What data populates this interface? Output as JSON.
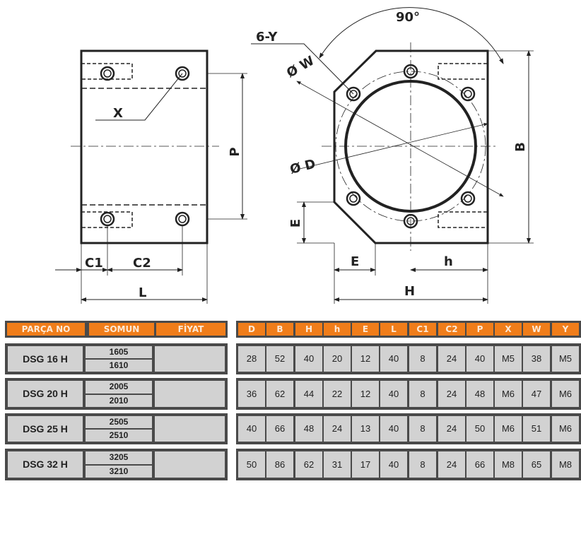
{
  "drawing": {
    "labels": {
      "angle": "90°",
      "six_y": "6-Y",
      "phi_w": "Ø W",
      "phi_d": "Ø D",
      "x": "X",
      "p": "P",
      "b": "B",
      "e_vertical": "E",
      "e_horizontal": "E",
      "c1": "C1",
      "c2": "C2",
      "l": "L",
      "h_upper": "H",
      "h_lower": "h"
    }
  },
  "left_table": {
    "headers": [
      "PARÇA NO",
      "SOMUN",
      "FİYAT"
    ],
    "rows": [
      {
        "part_no": "DSG 16 H",
        "nuts": [
          "1605",
          "1610"
        ],
        "price": ""
      },
      {
        "part_no": "DSG 20 H",
        "nuts": [
          "2005",
          "2010"
        ],
        "price": ""
      },
      {
        "part_no": "DSG 25 H",
        "nuts": [
          "2505",
          "2510"
        ],
        "price": ""
      },
      {
        "part_no": "DSG 32 H",
        "nuts": [
          "3205",
          "3210"
        ],
        "price": ""
      }
    ]
  },
  "right_table": {
    "headers": [
      "D",
      "B",
      "H",
      "h",
      "E",
      "L",
      "C1",
      "C2",
      "P",
      "X",
      "W",
      "Y"
    ],
    "rows": [
      [
        "28",
        "52",
        "40",
        "20",
        "12",
        "40",
        "8",
        "24",
        "40",
        "M5",
        "38",
        "M5"
      ],
      [
        "36",
        "62",
        "44",
        "22",
        "12",
        "40",
        "8",
        "24",
        "48",
        "M6",
        "47",
        "M6"
      ],
      [
        "40",
        "66",
        "48",
        "24",
        "13",
        "40",
        "8",
        "24",
        "50",
        "M6",
        "51",
        "M6"
      ],
      [
        "50",
        "86",
        "62",
        "31",
        "17",
        "40",
        "8",
        "24",
        "66",
        "M8",
        "65",
        "M8"
      ]
    ]
  },
  "colors": {
    "header": "#f07d1a",
    "cell": "#d2d2d2",
    "border": "#4a4a4a"
  }
}
